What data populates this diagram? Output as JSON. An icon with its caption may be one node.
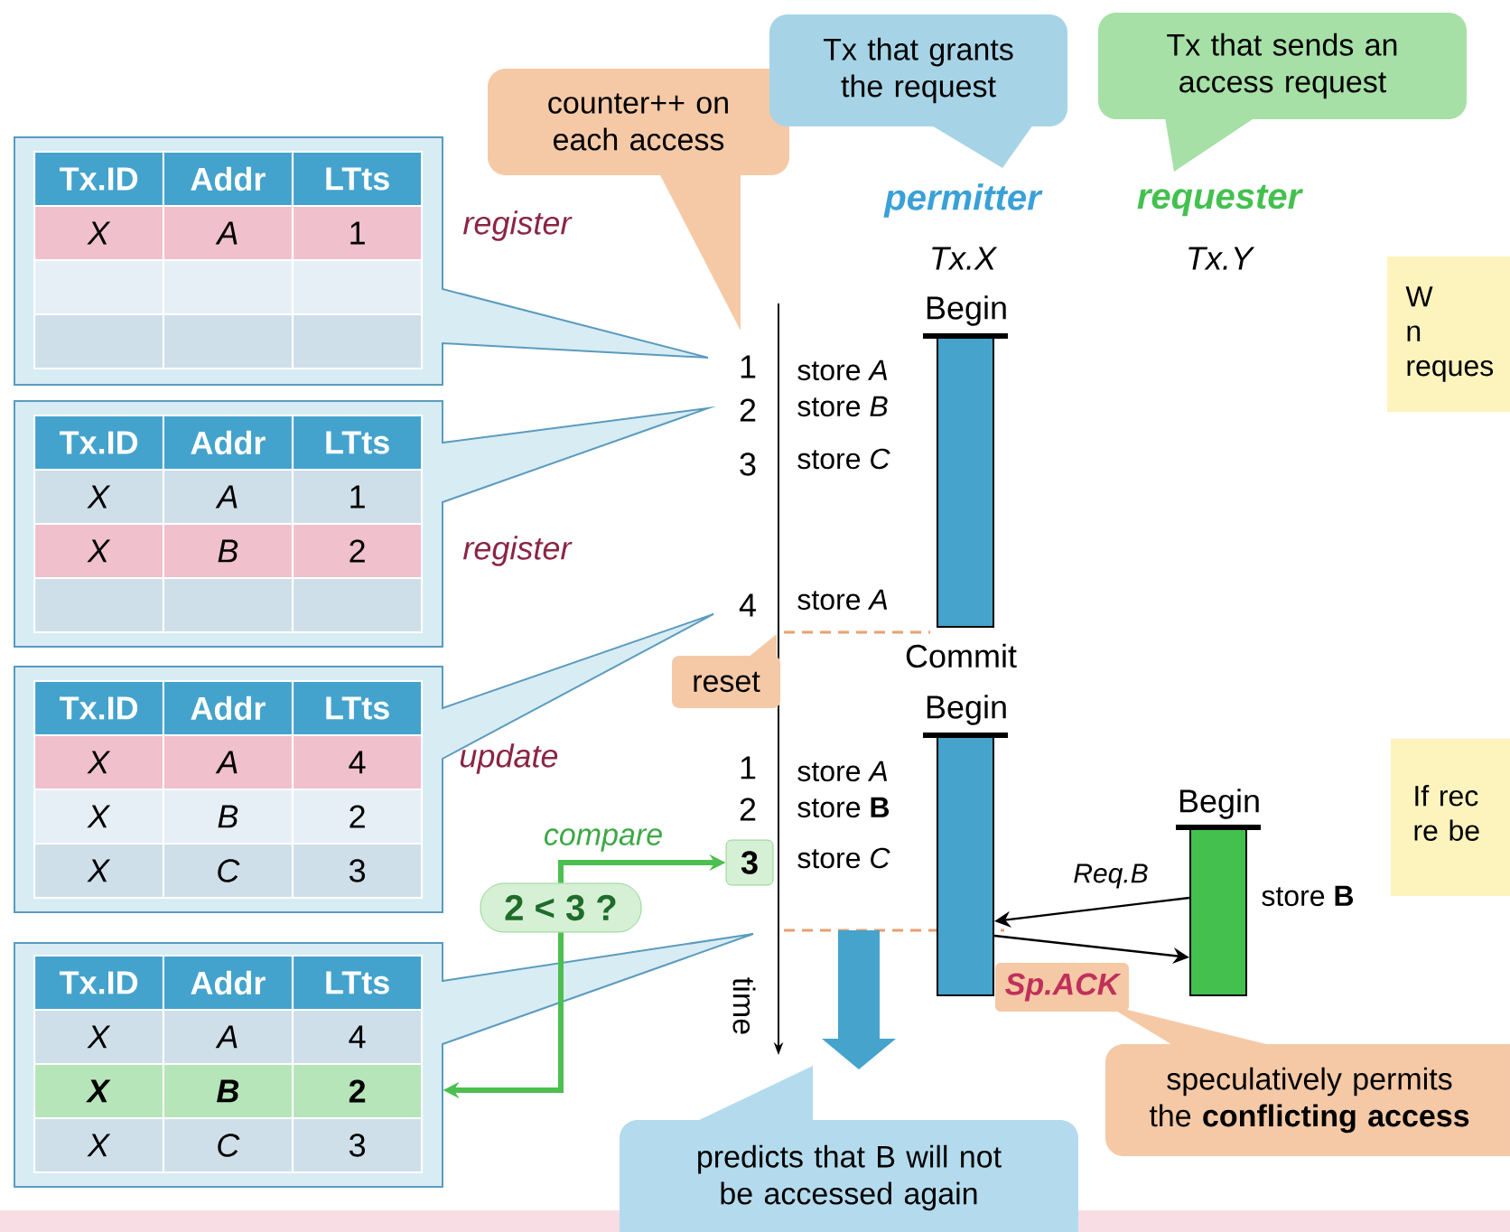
{
  "diagram": {
    "nodes": [
      {
        "text": [
          "counter++ on each access"
        ]
      },
      {
        "text": [
          "Tx that grants the request"
        ]
      },
      {
        "text": [
          "Tx that sends an access request"
        ]
      },
      {
        "text": [
          "Tx.ID",
          "Addr",
          "LTts",
          "*X*",
          "*A*",
          "1"
        ],
        "beside": [
          "register"
        ]
      },
      {
        "text": [
          "Tx.ID",
          "Addr",
          "LTts",
          "*X*",
          "*A*",
          "1",
          "*X*",
          "*B*",
          "2"
        ],
        "beside": [
          "register"
        ]
      },
      {
        "text": [
          "Tx.ID",
          "Addr",
          "LTts",
          "*X*",
          "*A*",
          "4",
          "*X*",
          "*B*",
          "2",
          "*X*",
          "*C*",
          "3"
        ],
        "beside": [
          "update"
        ]
      },
      {
        "text": [
          "Tx.ID",
          "Addr",
          "LTts",
          "*X*",
          "*A*",
          "4",
          "*X*",
          "*B*",
          "2",
          "*X*",
          "*C*",
          "3"
        ]
      },
      {
        "text": [
          "reset"
        ]
      },
      {
        "text": [
          "Begin",
          "Commit"
        ]
      },
      {
        "text": [
          "Begin"
        ]
      },
      {
        "text": [
          "Begin"
        ],
        "beside": [
          "store **B**"
        ]
      },
      {
        "text": [
          "3"
        ]
      },
      {
        "text": [
          "2 < 3 ?"
        ]
      },
      {
        "text": [
          "Sp.ACK"
        ]
      },
      {
        "text": [
          "speculatively permits the **conflicting access**"
        ]
      },
      {
        "text": [
          "predicts that B will not be accessed again"
        ]
      },
      {
        "text": [
          "W n reques"
        ]
      },
      {
        "text": [
          "If rec re be"
        ]
      }
    ],
    "edges": [
      {
        "from": 12,
        "to": 11,
        "arrow": "to",
        "label": "compare",
        "style": "thick",
        "color": "#4cbf50"
      },
      {
        "from": 12,
        "to": 6,
        "arrow": "to",
        "style": "thick",
        "color": "#4cbf50"
      },
      {
        "from": 10,
        "to": 9,
        "arrow": "to",
        "label": "Req.B",
        "color": "#000000"
      },
      {
        "from": 9,
        "to": 10,
        "arrow": "to",
        "color": "#000000"
      }
    ],
    "labels": [
      "permitter",
      "requester",
      "Tx.X",
      "Tx.Y",
      "1",
      "store *A*",
      "2",
      "store *B*",
      "3",
      "store *C*",
      "4",
      "store *A*",
      "1",
      "store *A*",
      "2",
      "store **B**",
      "store *C*",
      "time"
    ]
  }
}
